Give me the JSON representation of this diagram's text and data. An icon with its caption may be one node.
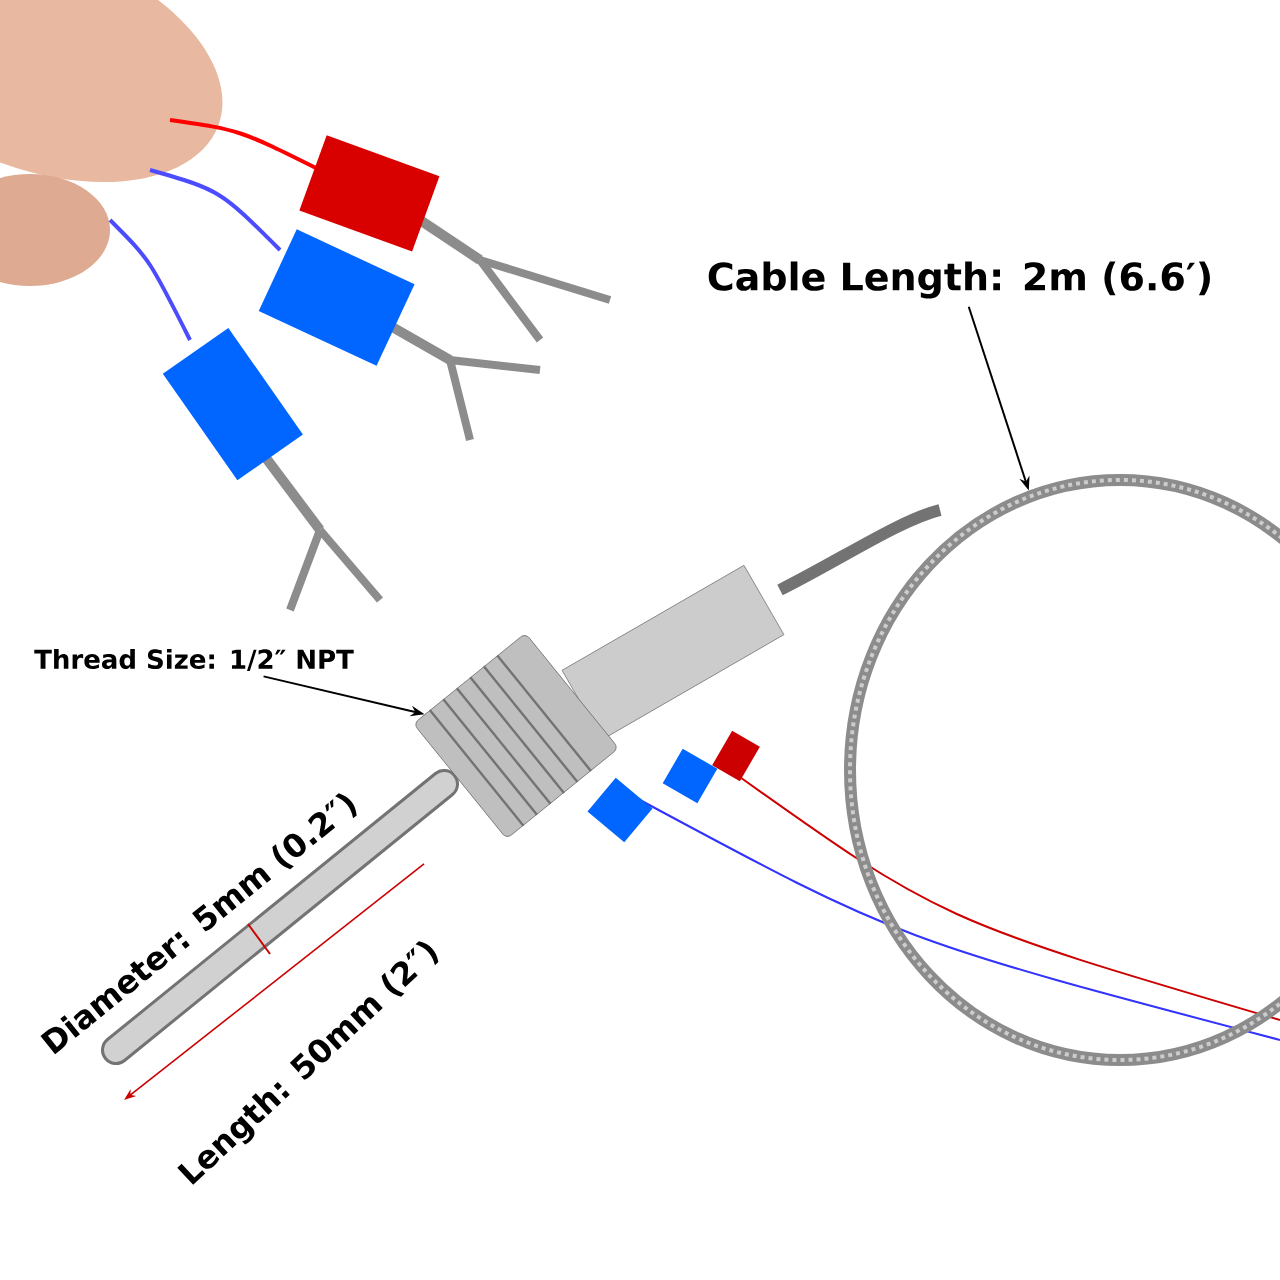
{
  "diagram": {
    "nodes": [
      {
        "text": [
          "Thread Size: 1/2″ NPT"
        ]
      },
      {
        "text": [],
        "shape": "picture"
      },
      {
        "text": [
          "Cable Length: 2m (6.6′)"
        ]
      },
      {
        "text": [],
        "shape": "picture"
      }
    ],
    "edges": [
      {
        "from": 0,
        "to": 1,
        "arrow": "to"
      },
      {
        "from": 2,
        "to": 3,
        "arrow": "to"
      }
    ],
    "labels": [
      "Diameter: 5mm (0.2″)",
      "Length: 50mm (2″)"
    ]
  }
}
